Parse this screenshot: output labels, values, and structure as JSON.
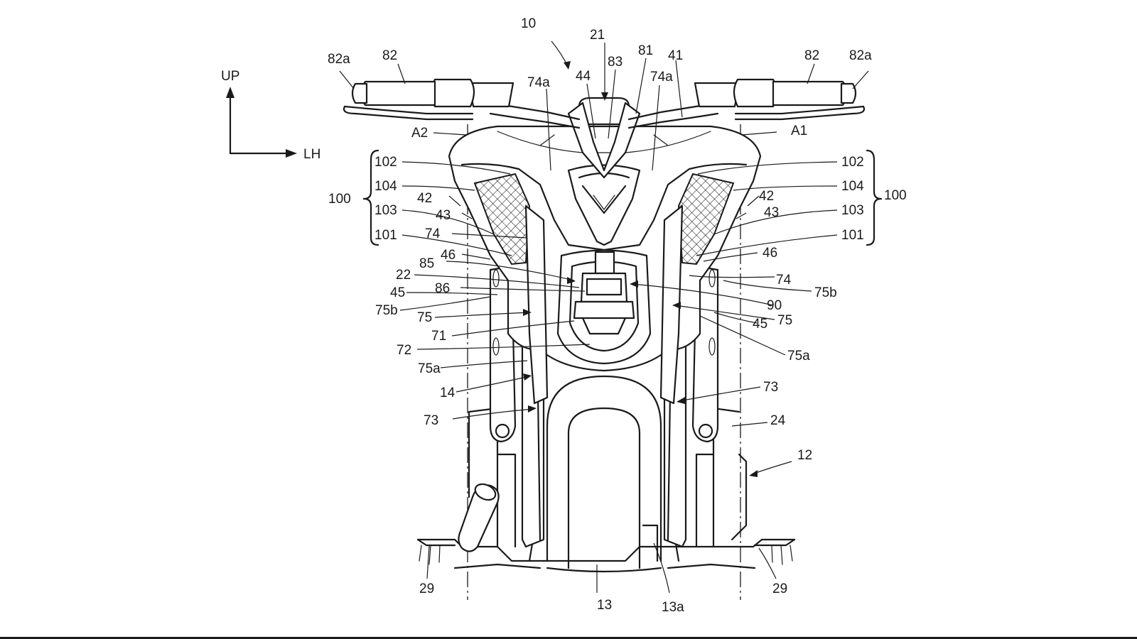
{
  "axes": {
    "up": "UP",
    "lh": "LH"
  },
  "labels": {
    "l10": "10",
    "l21": "21",
    "l81": "81",
    "l41": "41",
    "l83": "83",
    "l44": "44",
    "l74a_l": "74a",
    "l74a_r": "74a",
    "l82_l": "82",
    "l82a_l": "82a",
    "l82_r": "82",
    "l82a_r": "82a",
    "lA2": "A2",
    "lA1": "A1",
    "l100_l": "100",
    "l100_r": "100",
    "l102_l": "102",
    "l104_l": "104",
    "l103_l": "103",
    "l101_l": "101",
    "l102_r": "102",
    "l104_r": "104",
    "l103_r": "103",
    "l101_r": "101",
    "l42_l": "42",
    "l43_l": "43",
    "l74_l": "74",
    "l46_l": "46",
    "l85": "85",
    "l42_r": "42",
    "l43_r": "43",
    "l46_r": "46",
    "l74_r": "74",
    "l22": "22",
    "l86": "86",
    "l45_l": "45",
    "l75b_l": "75b",
    "l75_l": "75",
    "l71": "71",
    "l72": "72",
    "l75a_l": "75a",
    "l14": "14",
    "l73_l": "73",
    "l75b_r": "75b",
    "l90": "90",
    "l75_r": "75",
    "l45_r": "45",
    "l75a_r": "75a",
    "l73_r": "73",
    "l24": "24",
    "l12": "12",
    "l29_l": "29",
    "l29_r": "29",
    "l13": "13",
    "l13a": "13a"
  }
}
